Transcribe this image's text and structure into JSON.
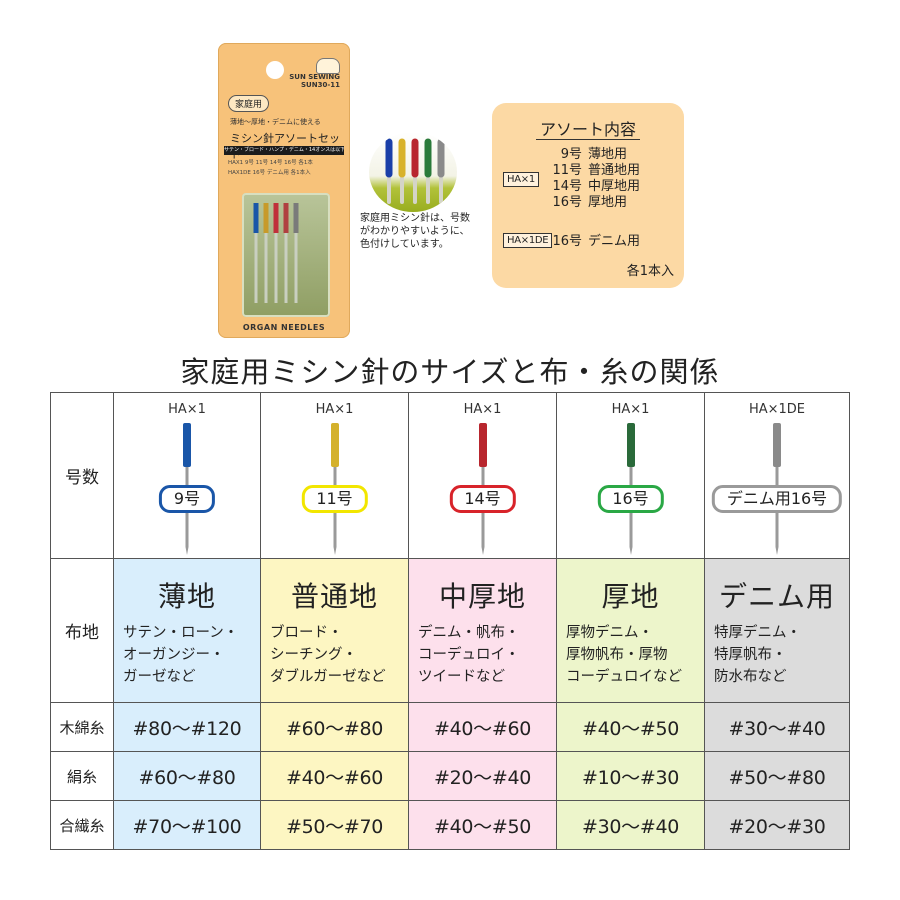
{
  "package": {
    "brand": "SUN30-11",
    "brand_sub": "SUN SEWING",
    "tag": "家庭用",
    "subtitle": "薄地〜厚地・デニムに使える",
    "title": "ミシン針アソートセット",
    "band_text": "サテン・ブロード・ハンプ・デニム・14オンスは以下など",
    "row1": "HAX1 9号 11号 14号 16号 各1本",
    "row2": "HAX1DE 16号 デニム用 各1本入",
    "footer": "ORGAN NEEDLES"
  },
  "closeup_caption": "家庭用ミシン針は、号数がわかりやすいように、色付けしています。",
  "assortment": {
    "title": "アソート内容",
    "badge1": "HA×1",
    "items": [
      {
        "num": "9号",
        "label": "薄地用"
      },
      {
        "num": "11号",
        "label": "普通地用"
      },
      {
        "num": "14号",
        "label": "中厚地用"
      },
      {
        "num": "16号",
        "label": "厚地用"
      }
    ],
    "badge2": "HA×1DE",
    "denim_num": "16号",
    "denim_label": "デニム用",
    "each": "各1本入"
  },
  "title": "家庭用ミシン針のサイズと布・糸の関係",
  "table": {
    "row_labels": {
      "size": "号数",
      "fabric": "布地",
      "cotton": "木綿糸",
      "silk": "絹糸",
      "synthetic": "合繊糸"
    },
    "columns": [
      {
        "type": "HA×1",
        "size": "9号",
        "color": "#1a56a8",
        "fabric": "薄地",
        "desc": "サテン・ローン・\nオーガンジー・\nガーゼなど",
        "cotton": "#80〜#120",
        "silk": "#60〜#80",
        "synthetic": "#70〜#100"
      },
      {
        "type": "HA×1",
        "size": "11号",
        "color": "#f2e600",
        "fabric": "普通地",
        "desc": "ブロード・\nシーチング・\nダブルガーゼなど",
        "cotton": "#60〜#80",
        "silk": "#40〜#60",
        "synthetic": "#50〜#70"
      },
      {
        "type": "HA×1",
        "size": "14号",
        "color": "#d8232a",
        "fabric": "中厚地",
        "desc": "デニム・帆布・\nコーデュロイ・\nツイードなど",
        "cotton": "#40〜#60",
        "silk": "#20〜#40",
        "synthetic": "#40〜#50"
      },
      {
        "type": "HA×1",
        "size": "16号",
        "color": "#2aa845",
        "fabric": "厚地",
        "desc": "厚物デニム・\n厚物帆布・厚物\nコーデュロイなど",
        "cotton": "#40〜#50",
        "silk": "#10〜#30",
        "synthetic": "#30〜#40"
      },
      {
        "type": "HA×1DE",
        "size": "デニム用16号",
        "color": "#9a9a9a",
        "fabric": "デニム用",
        "desc": "特厚デニム・\n特厚帆布・\n防水布など",
        "cotton": "#30〜#40",
        "silk": "#50〜#80",
        "synthetic": "#20〜#30"
      }
    ]
  }
}
